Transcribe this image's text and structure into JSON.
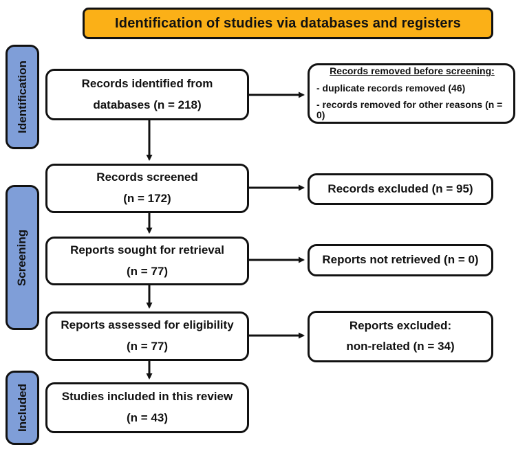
{
  "title": "Identification of studies via databases and registers",
  "colors": {
    "banner_fill": "#fbb017",
    "stage_fill": "#7f9ed8",
    "line_color": "#111111",
    "box_fill": "#ffffff"
  },
  "stages": [
    {
      "label": "Identification"
    },
    {
      "label": "Screening"
    },
    {
      "label": "Included"
    }
  ],
  "flow": {
    "main_boxes": [
      {
        "line1": "Records identified from",
        "line2": "databases (n = 218)"
      },
      {
        "line1": "Records screened",
        "line2": "(n = 172)"
      },
      {
        "line1": "Reports sought for retrieval",
        "line2": "(n = 77)"
      },
      {
        "line1": "Reports assessed for eligibility",
        "line2": "(n = 77)"
      },
      {
        "line1": "Studies included in this review",
        "line2": "(n = 43)"
      }
    ],
    "side_boxes": [
      {
        "heading": "Records removed before screening:",
        "items": [
          "- duplicate records removed (46)",
          "- records removed for other reasons (n = 0)"
        ]
      },
      {
        "line1": "Records excluded (n = 95)"
      },
      {
        "line1": "Reports not retrieved (n = 0)"
      },
      {
        "line1": "Reports excluded:",
        "line2": "non-related (n = 34)"
      }
    ]
  }
}
